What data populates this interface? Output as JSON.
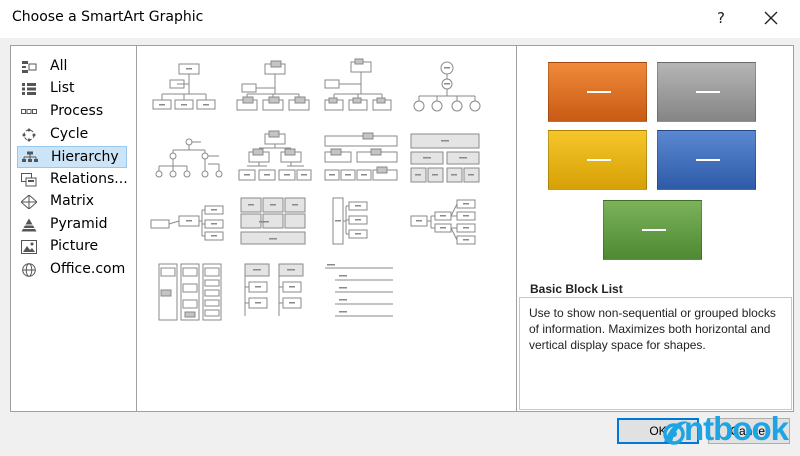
{
  "window": {
    "title": "Choose a SmartArt Graphic",
    "help_symbol": "?",
    "close_icon": "close-icon"
  },
  "categories": [
    {
      "label": "All",
      "icon": "all-icon",
      "selected": false
    },
    {
      "label": "List",
      "icon": "list-icon",
      "selected": false
    },
    {
      "label": "Process",
      "icon": "process-icon",
      "selected": false
    },
    {
      "label": "Cycle",
      "icon": "cycle-icon",
      "selected": false
    },
    {
      "label": "Hierarchy",
      "icon": "hierarchy-icon",
      "selected": true
    },
    {
      "label": "Relations...",
      "icon": "relationship-icon",
      "selected": false
    },
    {
      "label": "Matrix",
      "icon": "matrix-icon",
      "selected": false
    },
    {
      "label": "Pyramid",
      "icon": "pyramid-icon",
      "selected": false
    },
    {
      "label": "Picture",
      "icon": "picture-icon",
      "selected": false
    },
    {
      "label": "Office.com",
      "icon": "globe-icon",
      "selected": false
    }
  ],
  "preview": {
    "block_label": "—",
    "colors": {
      "orange": "#e2772a",
      "gray": "#9e9e9e",
      "yellow": "#e9b416",
      "blue": "#3f6fbd",
      "green": "#64a043"
    },
    "layout_name": "Basic Block List",
    "description": "Use to show non-sequential or grouped blocks of information. Maximizes both horizontal and vertical display space for shapes."
  },
  "buttons": {
    "ok": "OK",
    "cancel": "Cancel"
  },
  "watermark": {
    "text": "ntbook"
  }
}
